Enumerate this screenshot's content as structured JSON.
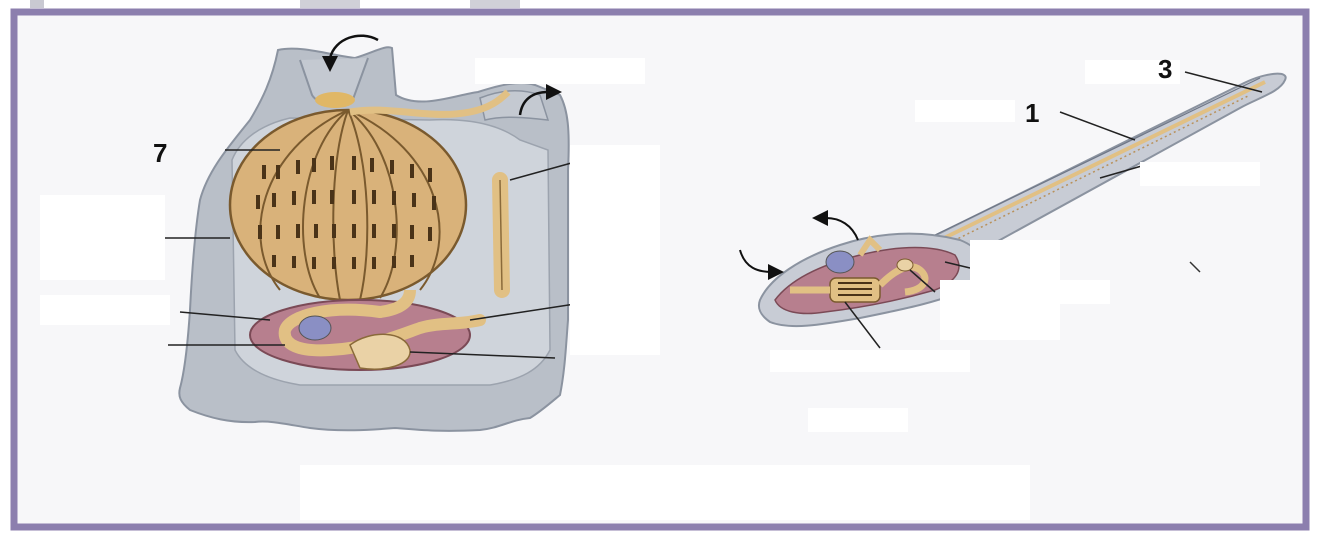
{
  "labels": {
    "adult": {
      "number_7": "7"
    },
    "larva": {
      "number_1": "1",
      "number_3": "3"
    }
  },
  "colors": {
    "frame_border": "#8c7fae",
    "tunic_gray": "#b9bfc8",
    "pharynx_tan": "#d9b27a",
    "gut_tan": "#e1c084",
    "body_cavity_pink": "#b77f8e"
  },
  "icons": [
    "flow-arrow-in-icon",
    "flow-arrow-out-icon"
  ]
}
